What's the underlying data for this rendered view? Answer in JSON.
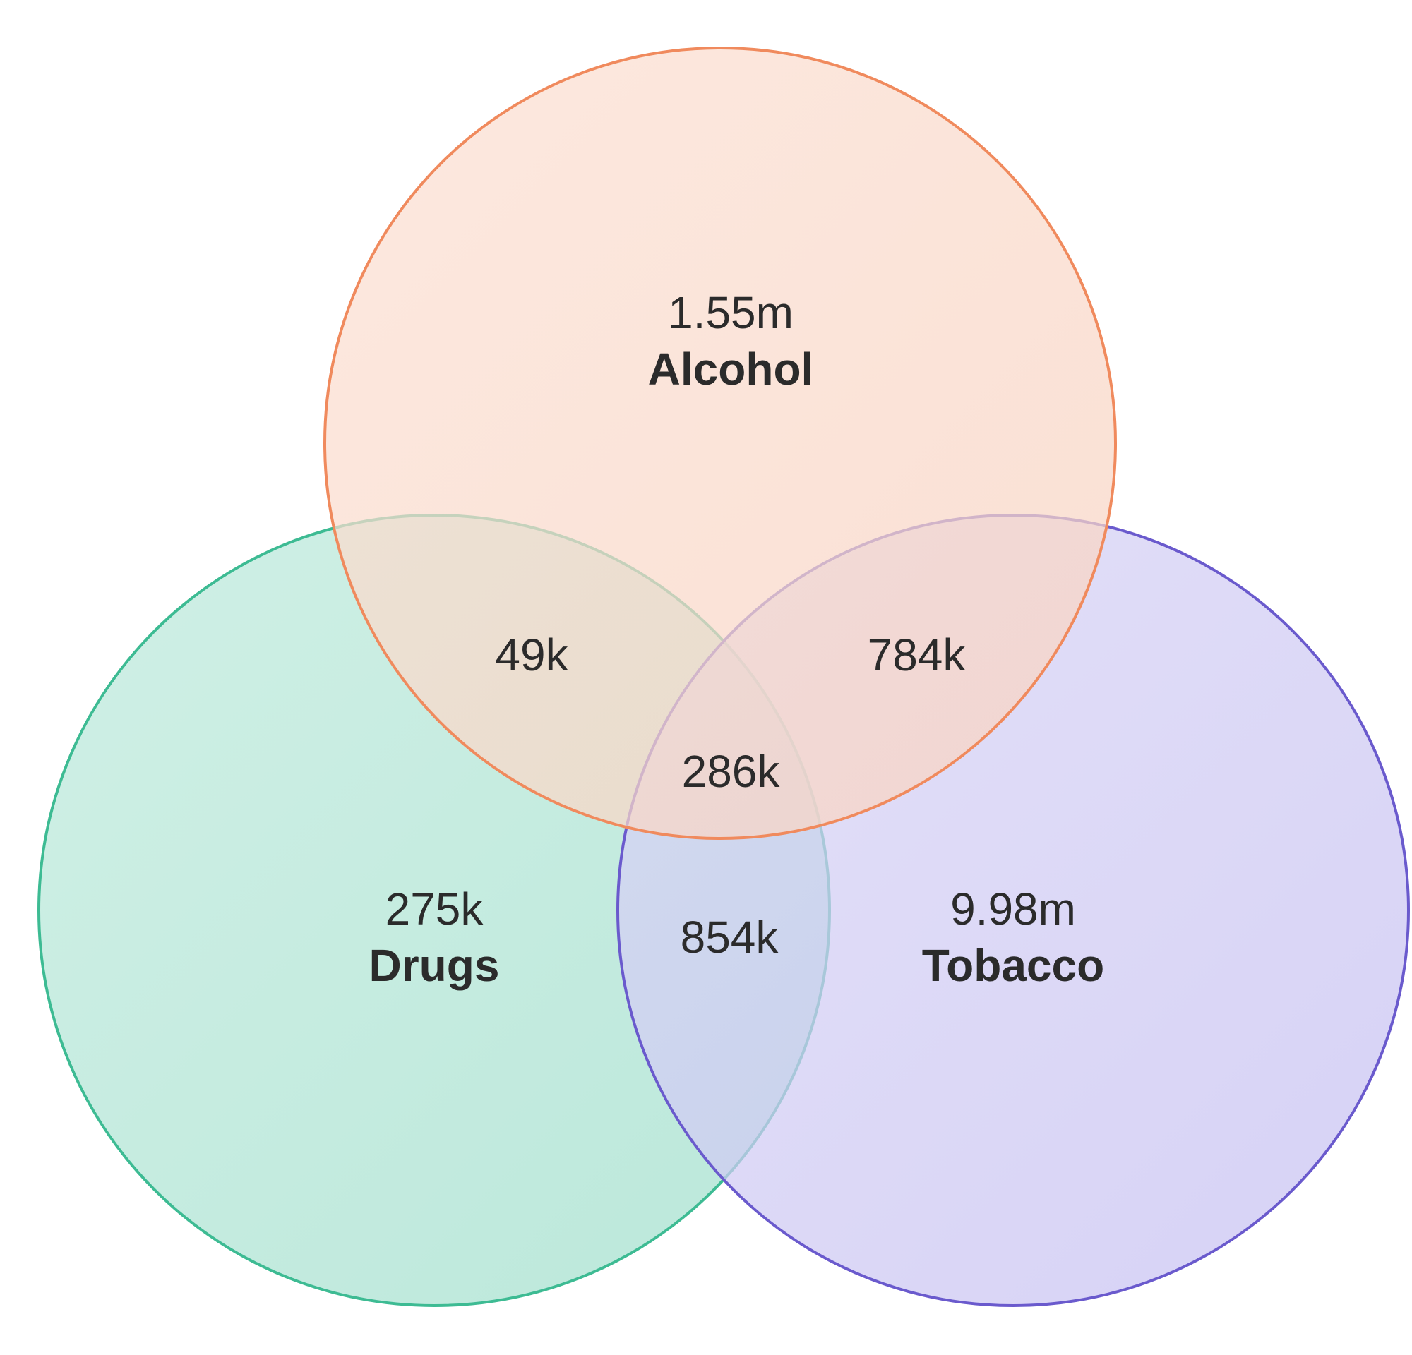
{
  "sets": [
    {
      "id": "alcohol",
      "name": "Alcohol",
      "value": "1.55m",
      "fill": "#F4A582",
      "stroke": "#F08A5D"
    },
    {
      "id": "drugs",
      "name": "Drugs",
      "value": "275k",
      "fill": "#7FD3B8",
      "stroke": "#3DBB93"
    },
    {
      "id": "tobacco",
      "name": "Tobacco",
      "value": "9.98m",
      "fill": "#A49BEA",
      "stroke": "#6A5ACD"
    }
  ],
  "intersections": {
    "alcohol_drugs": "49k",
    "alcohol_tobacco": "784k",
    "all_three": "286k",
    "drugs_tobacco": "854k"
  }
}
